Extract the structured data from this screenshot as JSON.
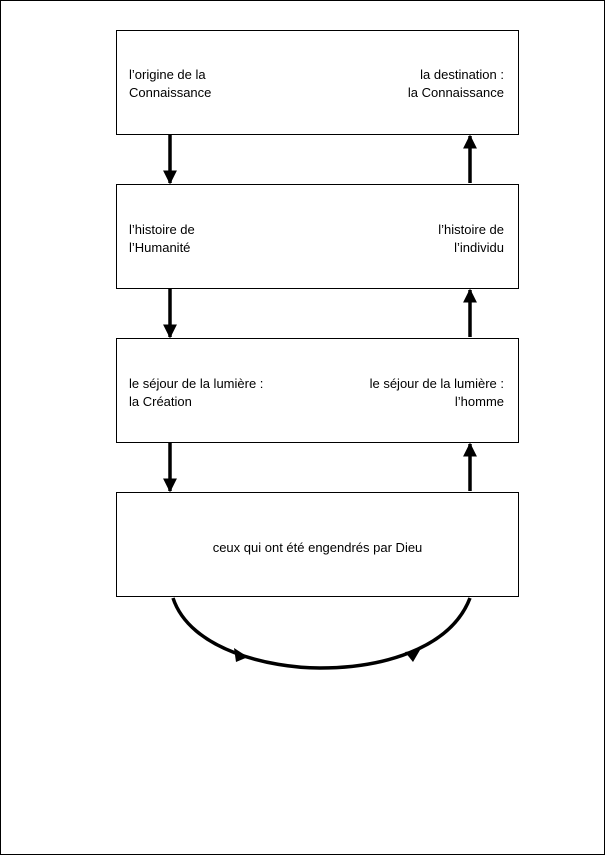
{
  "diagram": {
    "boxes": [
      {
        "id": "knowledge",
        "left_text": "l’origine de la\nConnaissance",
        "right_text": "la destination :\nla Connaissance"
      },
      {
        "id": "history",
        "left_text": "l’histoire de\nl’Humanité",
        "right_text": "l’histoire de\nl’individu"
      },
      {
        "id": "light",
        "left_text": "le séjour de la lumière :\nla Création",
        "right_text": "le séjour de la lumière :\nl’homme"
      },
      {
        "id": "begotten",
        "center_text": "ceux qui ont été engendrés par Dieu"
      }
    ],
    "colors": {
      "line": "#000000",
      "box_border": "#000000",
      "background": "#ffffff"
    }
  }
}
